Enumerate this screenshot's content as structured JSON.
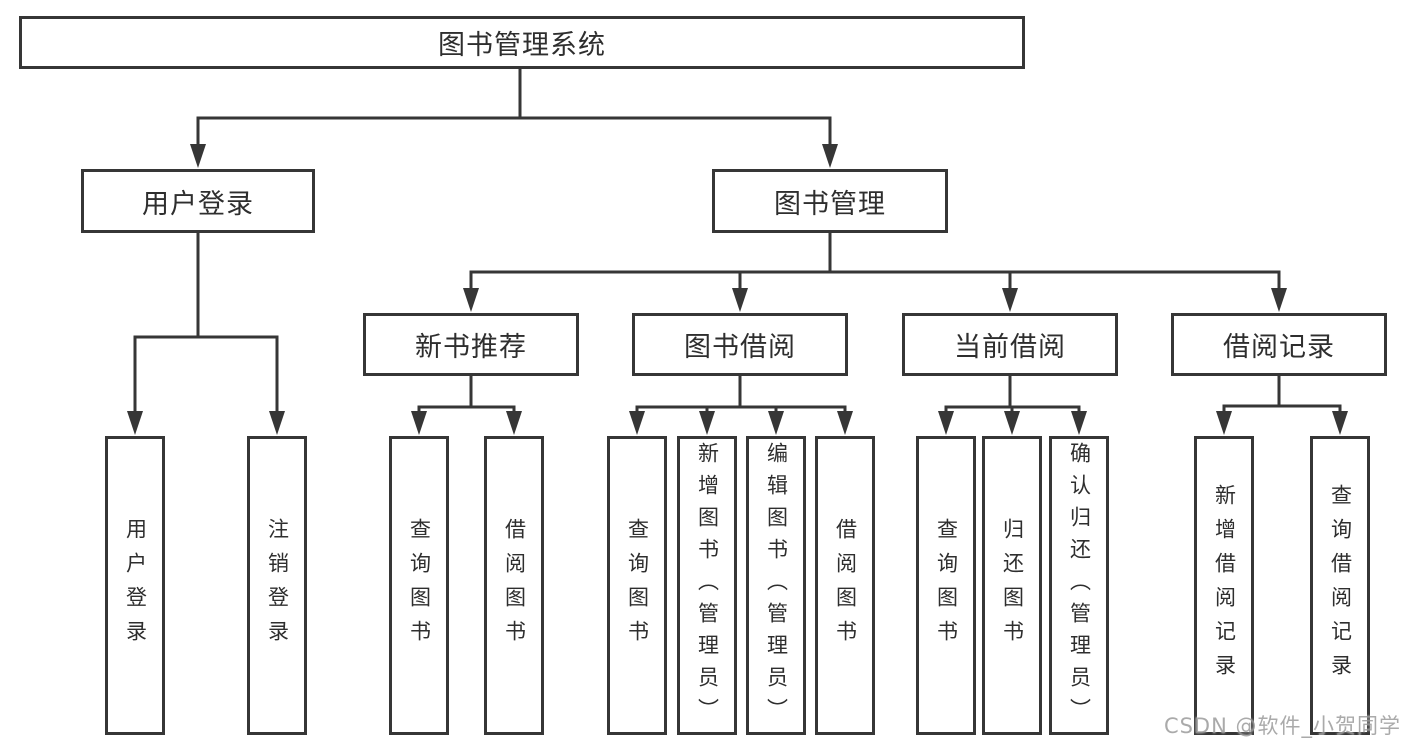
{
  "diagram": {
    "root": {
      "label": "图书管理系统"
    },
    "branches": [
      {
        "label": "用户登录",
        "children": [
          {
            "label": "用户登录"
          },
          {
            "label": "注销登录"
          }
        ]
      },
      {
        "label": "图书管理",
        "children": [
          {
            "label": "新书推荐",
            "children": [
              {
                "label": "查询图书"
              },
              {
                "label": "借阅图书"
              }
            ]
          },
          {
            "label": "图书借阅",
            "children": [
              {
                "label": "查询图书"
              },
              {
                "label": "新增图书（管理员）"
              },
              {
                "label": "编辑图书（管理员）"
              },
              {
                "label": "借阅图书"
              }
            ]
          },
          {
            "label": "当前借阅",
            "children": [
              {
                "label": "查询图书"
              },
              {
                "label": "归还图书"
              },
              {
                "label": "确认归还（管理员）"
              }
            ]
          },
          {
            "label": "借阅记录",
            "children": [
              {
                "label": "新增借阅记录"
              },
              {
                "label": "查询借阅记录"
              }
            ]
          }
        ]
      }
    ]
  },
  "watermark": {
    "text": "CSDN @软件_小贺同学"
  },
  "colors": {
    "line": "#363636",
    "box_border": "#363636",
    "text": "#2e2e2e",
    "watermark": "#9c9c9c",
    "background": "#ffffff"
  }
}
